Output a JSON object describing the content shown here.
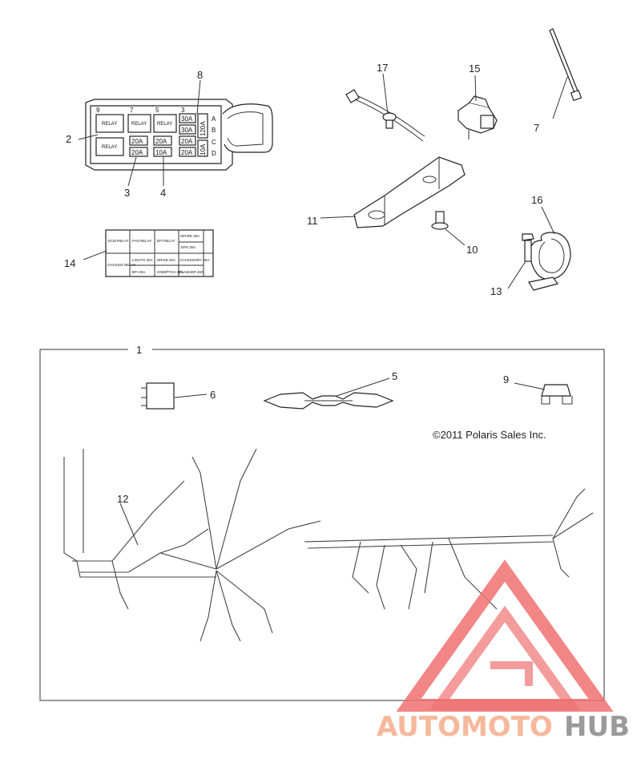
{
  "callouts": {
    "c1": "1",
    "c2": "2",
    "c3": "3",
    "c4": "4",
    "c5": "5",
    "c6": "6",
    "c7": "7",
    "c8": "8",
    "c9": "9",
    "c10": "10",
    "c11": "11",
    "c12": "12",
    "c13": "13",
    "c14": "14",
    "c15": "15",
    "c16": "16",
    "c17": "17"
  },
  "fuse_box": {
    "slot_numbers": [
      "9",
      "7",
      "5",
      "3"
    ],
    "row_letters": [
      "A",
      "B",
      "C",
      "D"
    ],
    "relay_label": "RELAY",
    "fuses": [
      "30A",
      "30A",
      "20A",
      "20A",
      "20A",
      "20A",
      "10A",
      "20A"
    ],
    "side_fuses": [
      "120A",
      "10A"
    ]
  },
  "decal": {
    "cells": [
      "ECM RELAY",
      "FAN RELAY",
      "EFI RELAY",
      "SPARE 30A",
      "EPS 30A",
      "CHASSIS RELAY",
      "LIGHTS 20A",
      "DRIVE 20A",
      "ACCESSORY 20A",
      "EFI 20A",
      "GND/PTCH 10A",
      "FLASHER 20A"
    ]
  },
  "copyright": "©2011 Polaris Sales Inc.",
  "watermark": {
    "part1": "AUTOMOTO",
    "part2": "HUB",
    "color1": "#f6b89b",
    "color2": "#9a9a9a",
    "triangle_color": "#f07070"
  }
}
